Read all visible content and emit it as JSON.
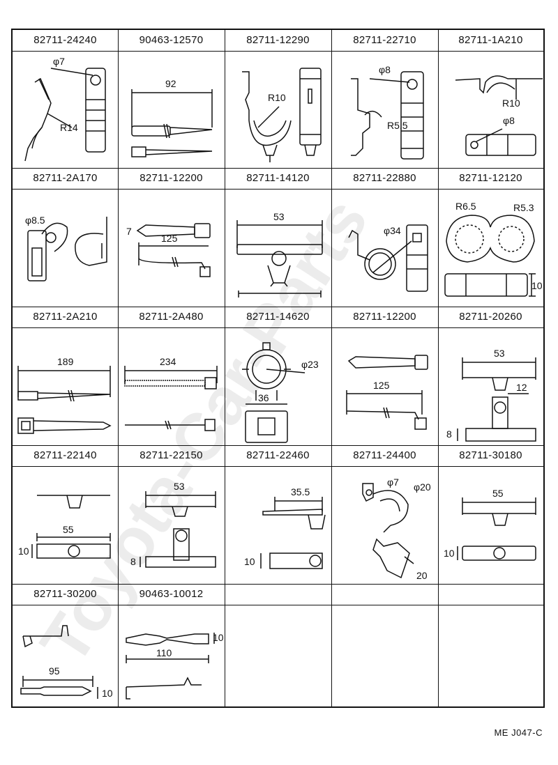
{
  "watermark": "Toyota-Car-Parts",
  "drawing_code": "ME J047-C",
  "cells": [
    {
      "part": "82711-24240",
      "dims": [
        "φ7",
        "R14"
      ]
    },
    {
      "part": "90463-12570",
      "dims": [
        "92"
      ]
    },
    {
      "part": "82711-12290",
      "dims": [
        "R10"
      ]
    },
    {
      "part": "82711-22710",
      "dims": [
        "φ8",
        "R5.5"
      ]
    },
    {
      "part": "82711-1A210",
      "dims": [
        "R10",
        "φ8"
      ]
    },
    {
      "part": "82711-2A170",
      "dims": [
        "φ8.5"
      ]
    },
    {
      "part": "82711-12200",
      "dims": [
        "7",
        "125"
      ]
    },
    {
      "part": "82711-14120",
      "dims": [
        "53"
      ]
    },
    {
      "part": "82711-22880",
      "dims": [
        "φ34"
      ]
    },
    {
      "part": "82711-12120",
      "dims": [
        "R6.5",
        "R5.3",
        "10"
      ]
    },
    {
      "part": "82711-2A210",
      "dims": [
        "189"
      ]
    },
    {
      "part": "82711-2A480",
      "dims": [
        "234"
      ]
    },
    {
      "part": "82711-14620",
      "dims": [
        "φ23",
        "36"
      ]
    },
    {
      "part": "82711-12200",
      "dims": [
        "125"
      ]
    },
    {
      "part": "82711-20260",
      "dims": [
        "53",
        "12",
        "8"
      ]
    },
    {
      "part": "82711-22140",
      "dims": [
        "55",
        "10"
      ]
    },
    {
      "part": "82711-22150",
      "dims": [
        "53",
        "8"
      ]
    },
    {
      "part": "82711-22460",
      "dims": [
        "35.5",
        "10"
      ]
    },
    {
      "part": "82711-24400",
      "dims": [
        "φ7",
        "φ20",
        "20"
      ]
    },
    {
      "part": "82711-30180",
      "dims": [
        "55",
        "10"
      ]
    },
    {
      "part": "82711-30200",
      "dims": [
        "95",
        "10"
      ]
    },
    {
      "part": "90463-10012",
      "dims": [
        "10",
        "110"
      ]
    },
    {
      "part": "",
      "dims": []
    },
    {
      "part": "",
      "dims": []
    },
    {
      "part": "",
      "dims": []
    }
  ]
}
